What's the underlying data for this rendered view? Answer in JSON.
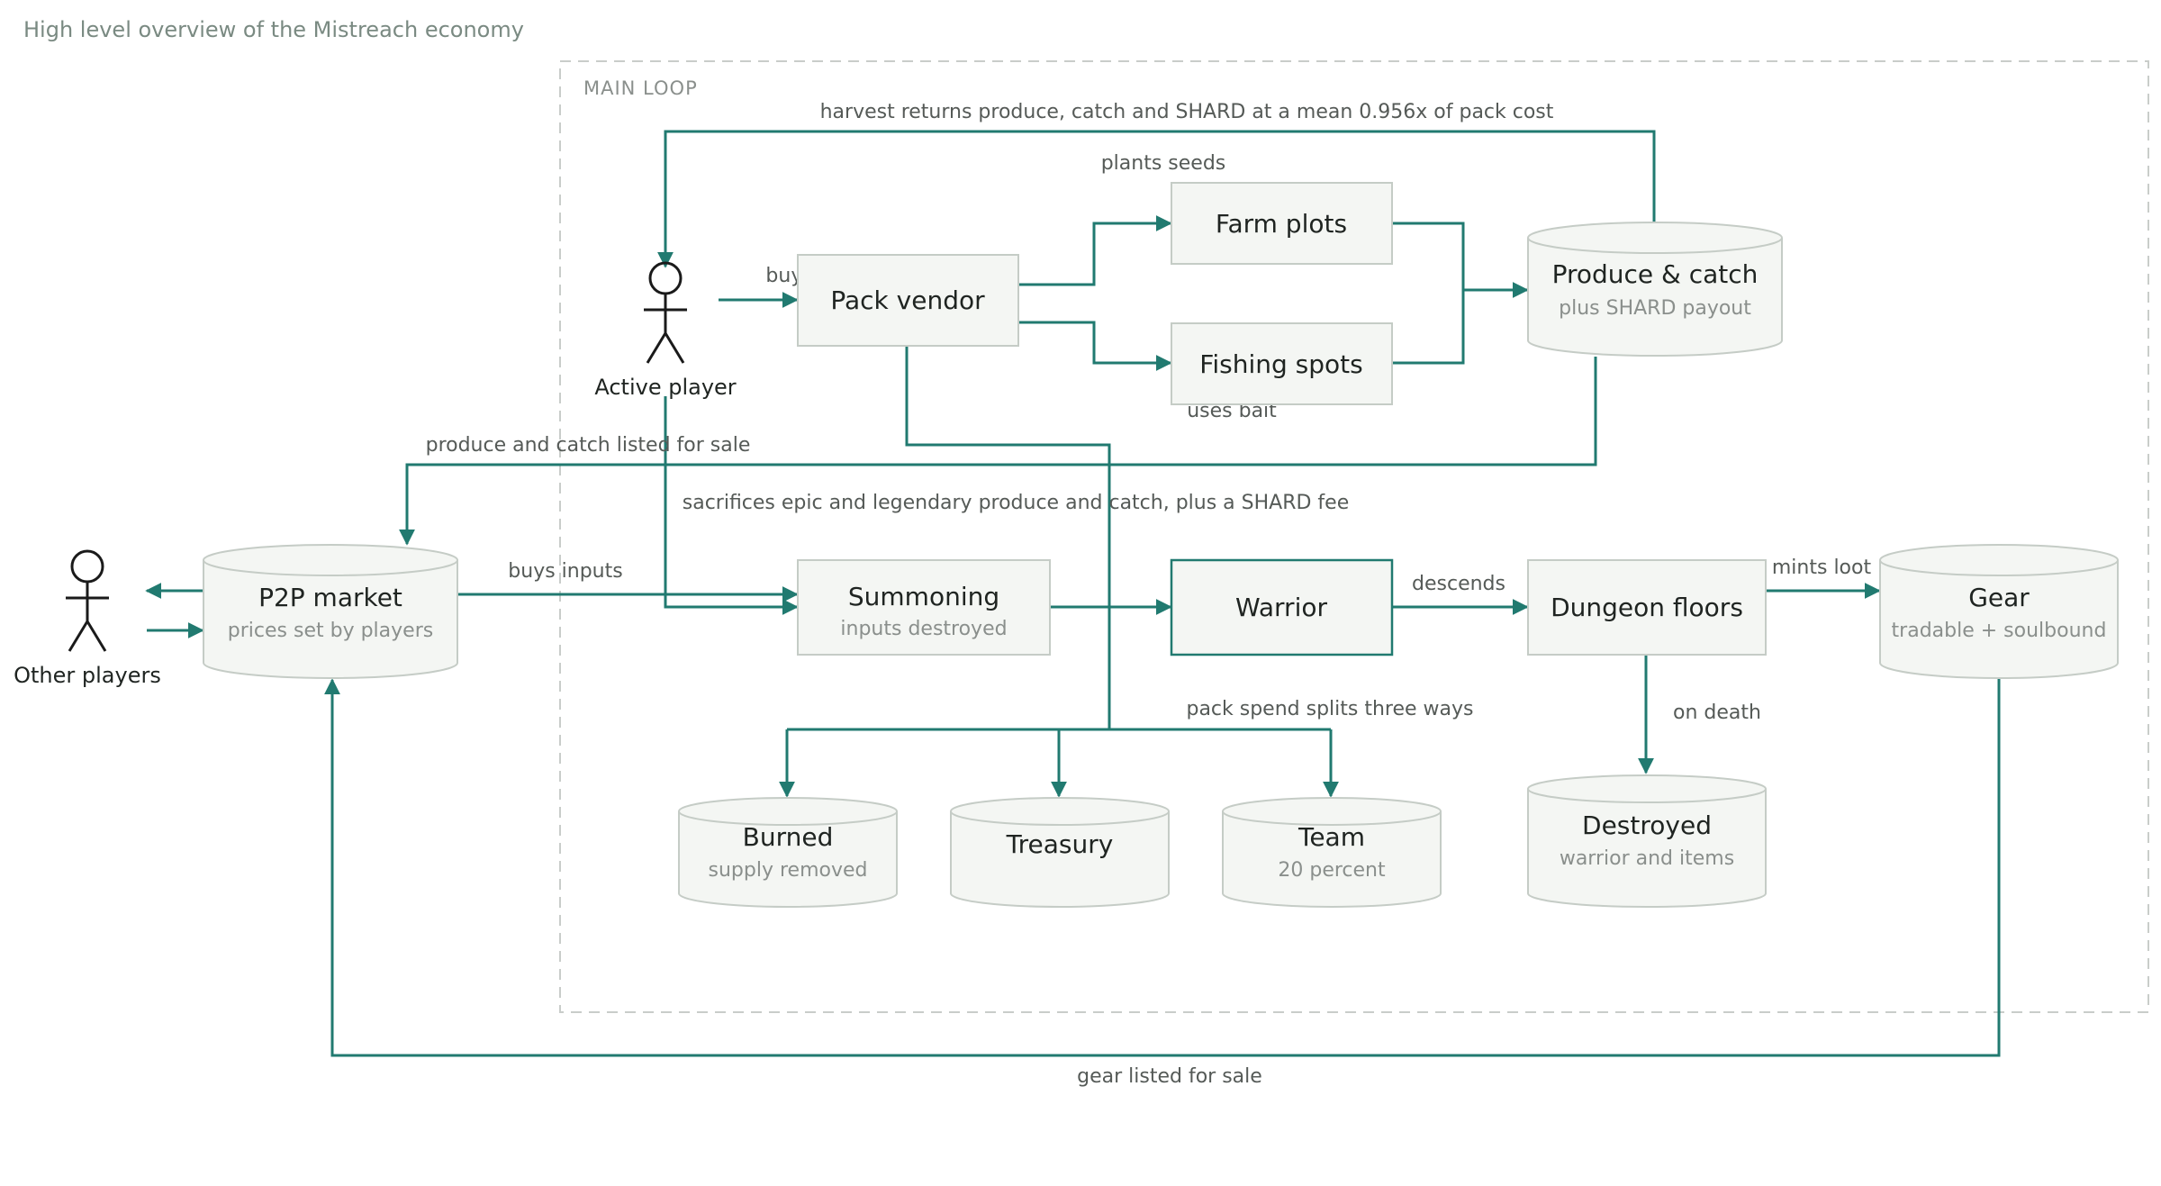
{
  "title": "High level overview of the Mistreach economy",
  "colors": {
    "accent": "#217a70",
    "node_fill": "#f4f6f3",
    "node_stroke": "#c5ccc6",
    "group_border": "#c9cdca"
  },
  "group": {
    "label": "MAIN LOOP"
  },
  "actors": {
    "active_player": {
      "label": "Active player",
      "icon": "stick-figure-icon"
    },
    "other_players": {
      "label": "Other players",
      "icon": "stick-figure-icon"
    }
  },
  "nodes": {
    "pack_vendor": {
      "title": "Pack vendor"
    },
    "farm_plots": {
      "title": "Farm plots"
    },
    "fishing_spots": {
      "title": "Fishing spots"
    },
    "produce_catch": {
      "title": "Produce & catch",
      "sub": "plus SHARD payout"
    },
    "p2p_market": {
      "title": "P2P market",
      "sub": "prices set by players"
    },
    "summoning": {
      "title": "Summoning",
      "sub": "inputs destroyed"
    },
    "warrior": {
      "title": "Warrior"
    },
    "dungeon_floors": {
      "title": "Dungeon floors"
    },
    "gear": {
      "title": "Gear",
      "sub": "tradable + soulbound"
    },
    "burned": {
      "title": "Burned",
      "sub": "supply removed"
    },
    "treasury": {
      "title": "Treasury"
    },
    "team": {
      "title": "Team",
      "sub": "20 percent"
    },
    "destroyed": {
      "title": "Destroyed",
      "sub": "warrior and items"
    }
  },
  "edge_labels": {
    "harvest_returns": "harvest returns produce, catch and SHARD at a mean 0.956x of pack cost",
    "plants_seeds": "plants seeds",
    "buys_packs": "buys packs",
    "uses_bait": "uses bait",
    "listed_for_sale": "produce and catch listed for sale",
    "sacrifices": "sacrifices epic and legendary produce and catch, plus a SHARD fee",
    "buys_inputs": "buys inputs",
    "descends": "descends",
    "mints_loot": "mints loot",
    "pack_spend": "pack spend splits three ways",
    "on_death": "on death",
    "gear_listed": "gear listed for sale"
  }
}
